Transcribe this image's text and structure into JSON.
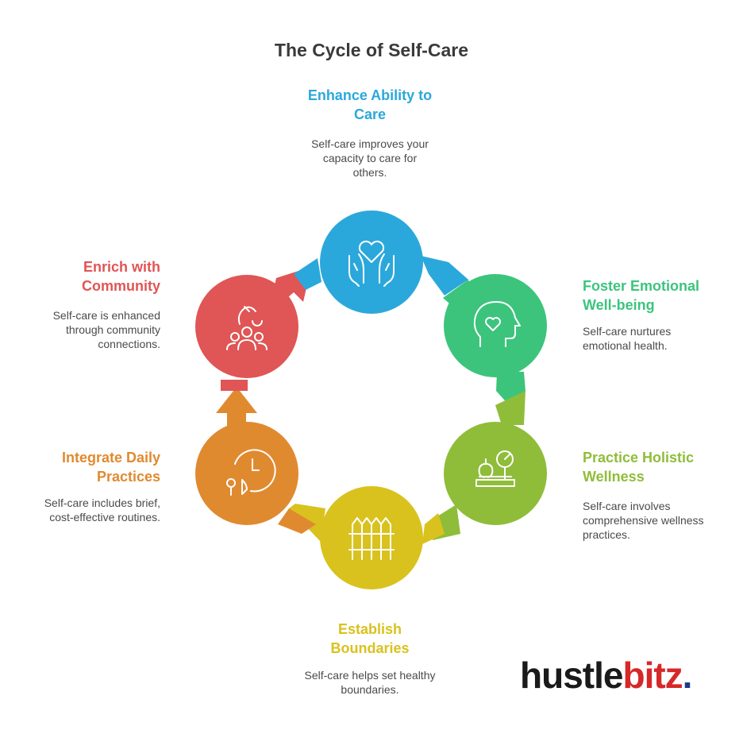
{
  "title": "The Cycle of Self-Care",
  "steps": [
    {
      "label_line1": "Enhance Ability to",
      "label_line2": "Care",
      "desc": [
        "Self-care improves your",
        "capacity to care for",
        "others."
      ],
      "color": "#2BA8DB",
      "icon": "hands-heart-icon"
    },
    {
      "label_line1": "Foster Emotional",
      "label_line2": "Well-being",
      "desc": [
        "Self-care nurtures",
        "emotional health."
      ],
      "color": "#3CC47C",
      "icon": "head-heart-icon"
    },
    {
      "label_line1": "Practice Holistic",
      "label_line2": "Wellness",
      "desc": [
        "Self-care involves",
        "comprehensive wellness",
        "practices."
      ],
      "color": "#8FBD3A",
      "icon": "scale-apple-icon"
    },
    {
      "label_line1": "Establish",
      "label_line2": "Boundaries",
      "desc": [
        "Self-care helps set healthy",
        "boundaries."
      ],
      "color": "#D9C21E",
      "icon": "fence-icon"
    },
    {
      "label_line1": "Integrate Daily",
      "label_line2": "Practices",
      "desc": [
        "Self-care includes brief,",
        "cost-effective routines."
      ],
      "color": "#E08A30",
      "icon": "clock-trees-icon"
    },
    {
      "label_line1": "Enrich with",
      "label_line2": "Community",
      "desc": [
        "Self-care is enhanced",
        "through community",
        "connections."
      ],
      "color": "#E05555",
      "icon": "community-icon"
    }
  ],
  "brand": {
    "part1": "hustle",
    "part2": "bitz",
    "dot": ".",
    "color1": "#1a1a1a",
    "color2": "#D62828",
    "dot_color": "#1a3a8a"
  }
}
